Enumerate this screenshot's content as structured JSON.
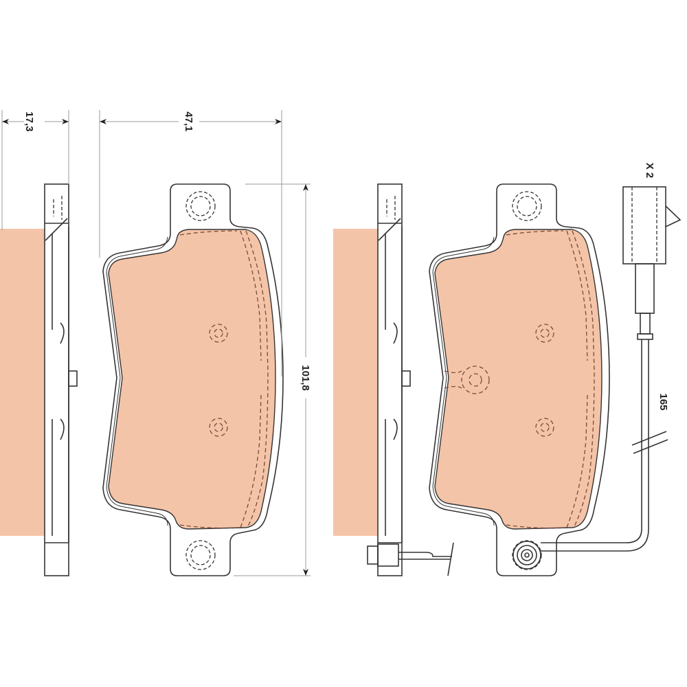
{
  "dimensions": {
    "thickness": "17,3",
    "height": "47,1",
    "width": "101,8",
    "wire_length": "165",
    "quantity": "X 2"
  },
  "colors": {
    "friction_material": "#f4c4a8",
    "outline": "#333333",
    "dimension_line": "#999999"
  }
}
